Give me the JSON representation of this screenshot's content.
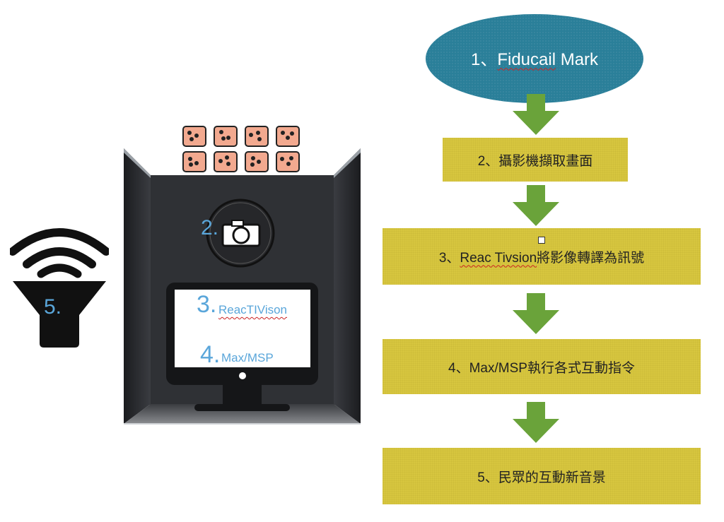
{
  "flow": {
    "start": {
      "number": "1、",
      "name": "Fiducail",
      "rest": " Mark"
    },
    "steps": [
      {
        "text": "2、攝影機擷取畫面"
      },
      {
        "prefix": "3、",
        "underlined": "Reac Tivsion",
        "suffix": "將影像轉譯為訊號"
      },
      {
        "text": "4、Max/MSP執行各式互動指令"
      },
      {
        "text": "5、民眾的互動新音景"
      }
    ]
  },
  "booth": {
    "camera_label": "2.",
    "screen": {
      "reactivision_num": "3.",
      "reactivision_name": "ReacTIVison",
      "max_num": "4.",
      "max_name": "Max/MSP"
    }
  },
  "speaker": {
    "label": "5."
  },
  "colors": {
    "ellipse": "#2a7f99",
    "step_box": "#d7c63f",
    "arrow": "#6aa33a",
    "label_blue": "#5aa6da",
    "booth_dark": "#2b2d31"
  }
}
